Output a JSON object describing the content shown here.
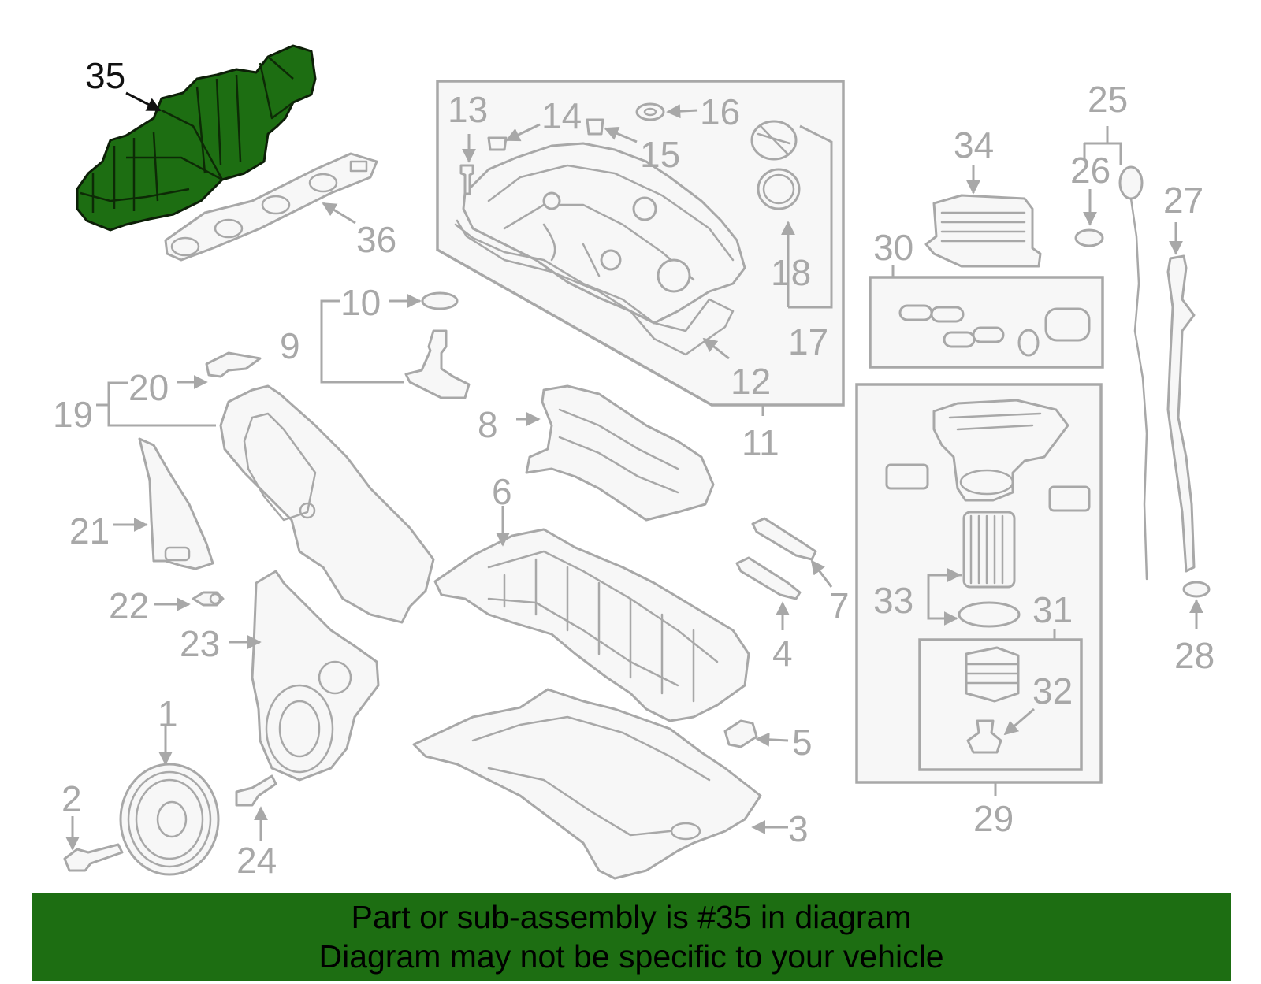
{
  "highlighted_part": "35",
  "colors": {
    "banner_bg": "#1d6e12",
    "highlight_fill": "#1d6e12",
    "line_gray": "#a8a8a8",
    "fill_gray": "#f7f7f7",
    "label_highlight": "#111111"
  },
  "callouts": {
    "c1": "1",
    "c2": "2",
    "c3": "3",
    "c4": "4",
    "c5": "5",
    "c6": "6",
    "c7": "7",
    "c8": "8",
    "c9": "9",
    "c10": "10",
    "c11": "11",
    "c12": "12",
    "c13": "13",
    "c14": "14",
    "c15": "15",
    "c16": "16",
    "c17": "17",
    "c18": "18",
    "c19": "19",
    "c20": "20",
    "c21": "21",
    "c22": "22",
    "c23": "23",
    "c24": "24",
    "c25": "25",
    "c26": "26",
    "c27": "27",
    "c28": "28",
    "c29": "29",
    "c30": "30",
    "c31": "31",
    "c32": "32",
    "c33": "33",
    "c34": "34",
    "c35": "35",
    "c36": "36"
  },
  "banner": {
    "line1": "Part or sub-assembly is #35 in diagram",
    "line2": "Diagram may not be specific to your vehicle"
  }
}
